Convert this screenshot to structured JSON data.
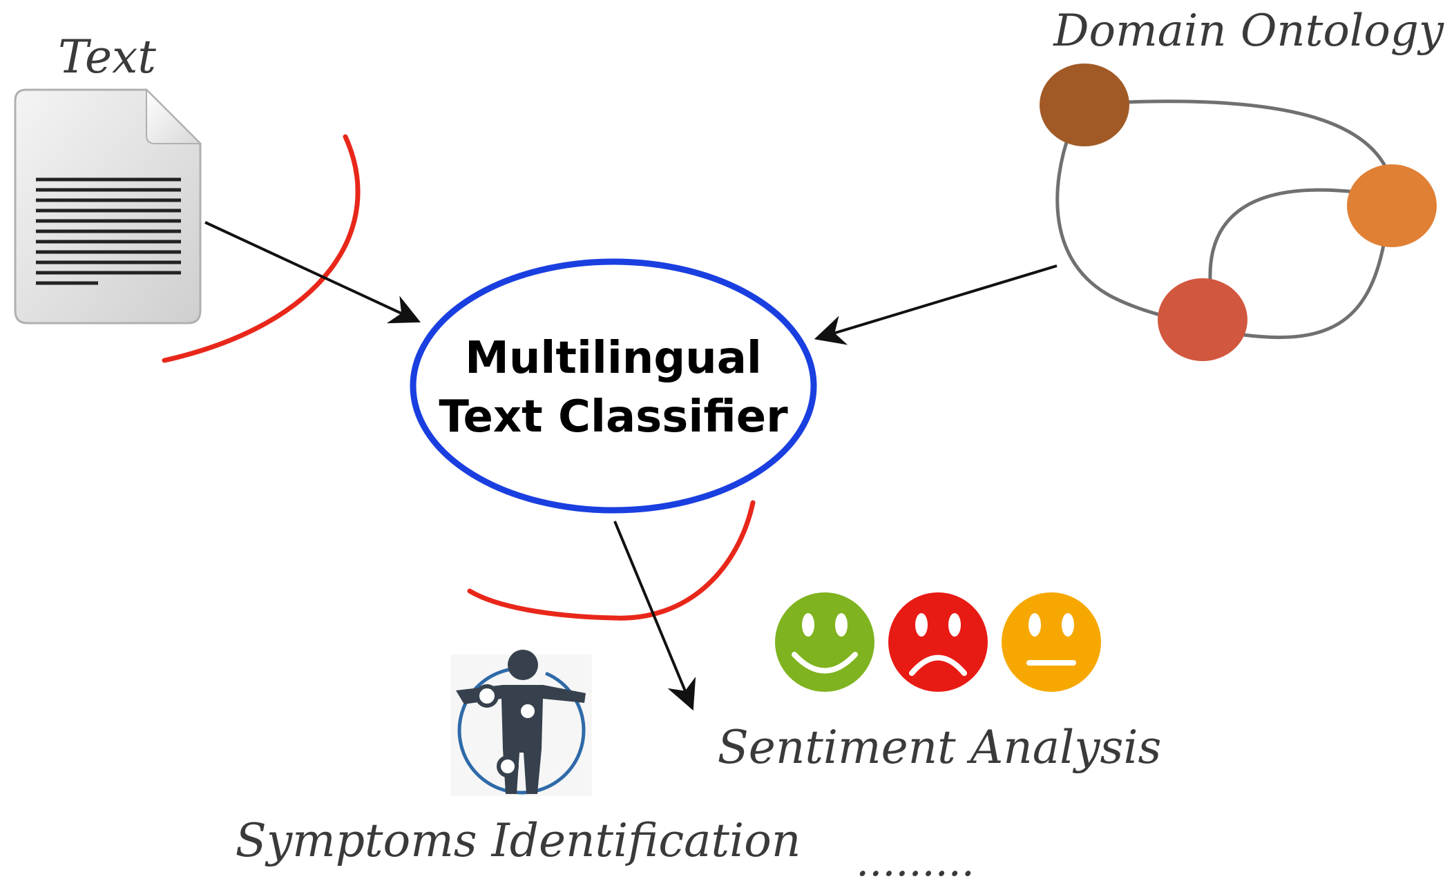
{
  "labels": {
    "text_input": "Text",
    "ontology": "Domain Ontology",
    "classifier_line1": "Multilingual",
    "classifier_line2": "Text Classifier",
    "sentiment": "Sentiment Analysis",
    "symptoms": "Symptoms Identification",
    "ellipsis": "........."
  },
  "colors": {
    "classifier_outline": "#1a3fe0",
    "red_strokes": "#e8271a",
    "arrows": "#111111",
    "ontology_edges": "#707070",
    "ontology_node_1": "#a15a26",
    "ontology_node_2": "#e08035",
    "ontology_node_3": "#d1573e",
    "smiley_happy": "#7fb31f",
    "smiley_sad": "#e81a14",
    "smiley_neutral": "#f7a800",
    "body_figure": "#37414d",
    "body_ring": "#2e6aa8"
  },
  "icons": {
    "document": "document-icon",
    "happy": "happy-face-icon",
    "sad": "sad-face-icon",
    "neutral": "neutral-face-icon",
    "body": "body-symptoms-icon"
  }
}
